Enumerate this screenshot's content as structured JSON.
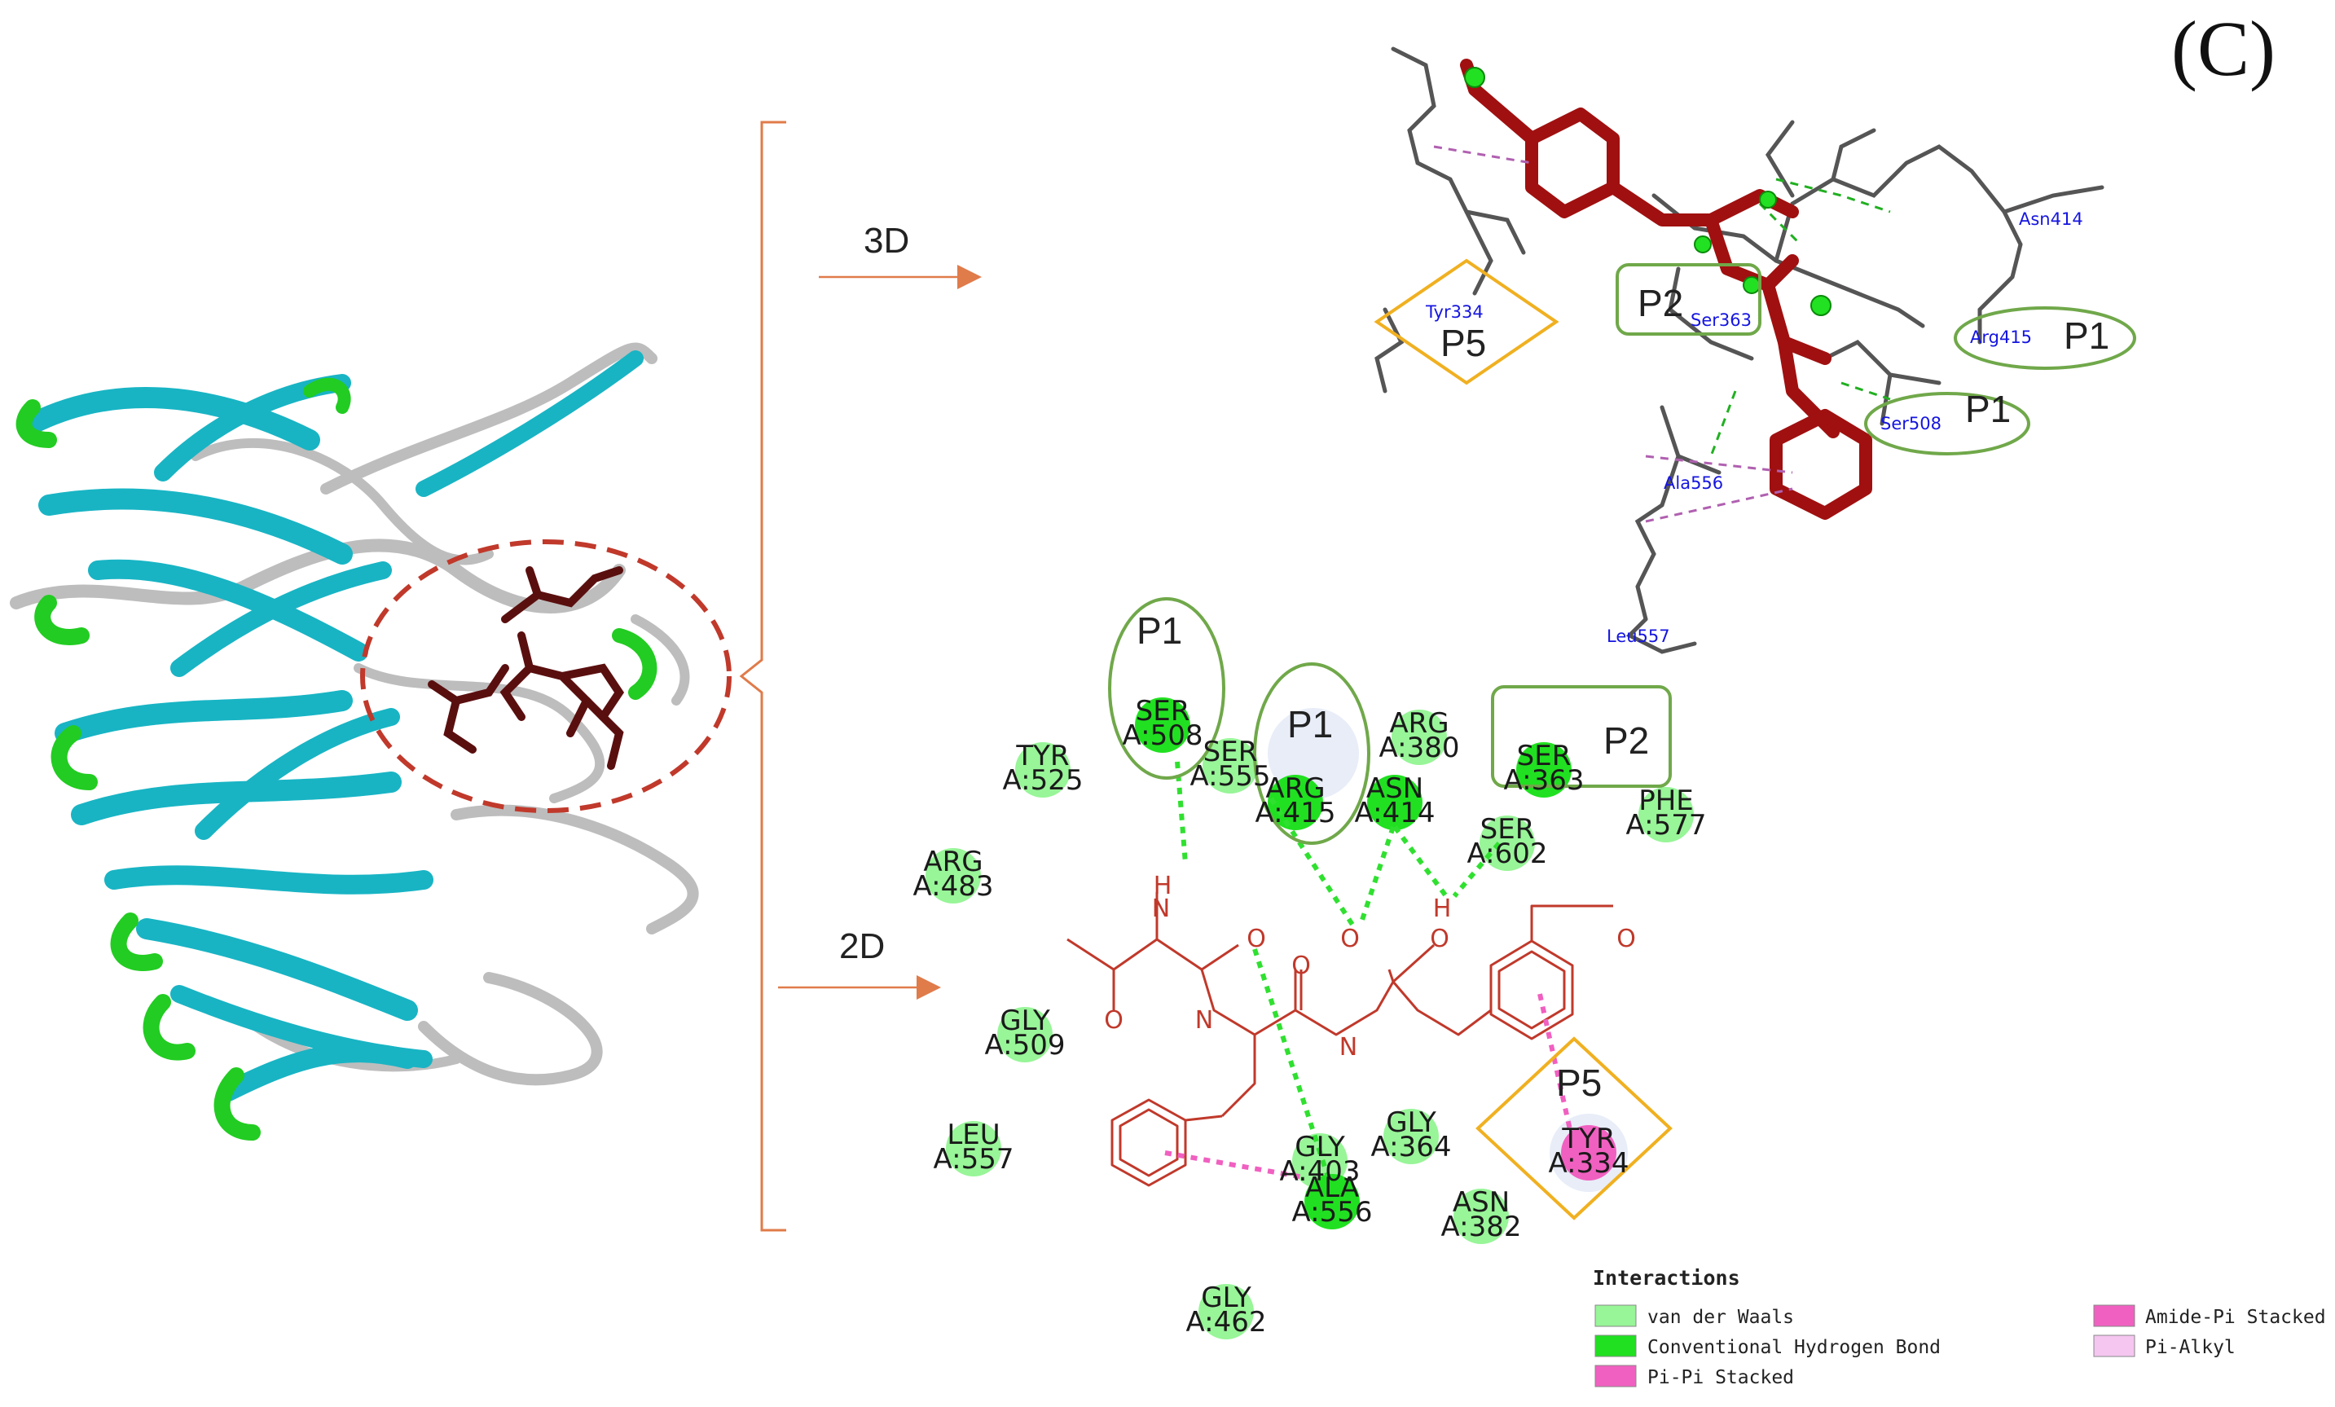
{
  "panel_label": "(C)",
  "arrows": {
    "label_3d": "3D",
    "label_2d": "2D"
  },
  "pockets_3d": [
    "P5",
    "P2",
    "P1",
    "P1"
  ],
  "residues_3d": [
    "Asn414",
    "Tyr334",
    "Ser363",
    "Arg415",
    "Ser508",
    "Ala556",
    "Leu557"
  ],
  "pockets_2d": [
    "P1",
    "P1",
    "P2",
    "P5"
  ],
  "residues_2d": [
    {
      "name": "SER",
      "id": "A:508",
      "type": "hbond"
    },
    {
      "name": "SER",
      "id": "A:555",
      "type": "vdw"
    },
    {
      "name": "ARG",
      "id": "A:415",
      "type": "hbond"
    },
    {
      "name": "ARG",
      "id": "A:380",
      "type": "vdw"
    },
    {
      "name": "ASN",
      "id": "A:414",
      "type": "hbond"
    },
    {
      "name": "SER",
      "id": "A:363",
      "type": "hbond"
    },
    {
      "name": "TYR",
      "id": "A:525",
      "type": "vdw"
    },
    {
      "name": "PHE",
      "id": "A:577",
      "type": "vdw"
    },
    {
      "name": "SER",
      "id": "A:602",
      "type": "vdw"
    },
    {
      "name": "ARG",
      "id": "A:483",
      "type": "vdw"
    },
    {
      "name": "GLY",
      "id": "A:509",
      "type": "vdw"
    },
    {
      "name": "GLY",
      "id": "A:364",
      "type": "vdw"
    },
    {
      "name": "LEU",
      "id": "A:557",
      "type": "vdw"
    },
    {
      "name": "GLY",
      "id": "A:462",
      "type": "vdw"
    },
    {
      "name": "ASN",
      "id": "A:382",
      "type": "vdw"
    },
    {
      "name": "GLY",
      "id": "A:403",
      "type": "vdw"
    },
    {
      "name": "ALA",
      "id": "A:556",
      "type": "hbond"
    },
    {
      "name": "TYR",
      "id": "A:334",
      "type": "pipi"
    }
  ],
  "atoms_2d": [
    "H",
    "N",
    "O",
    "O",
    "O",
    "H",
    "O",
    "N",
    "O",
    "N",
    "O"
  ],
  "legend": {
    "title": "Interactions",
    "items": [
      {
        "label": "van der Waals",
        "color": "#98f598"
      },
      {
        "label": "Conventional Hydrogen Bond",
        "color": "#21e021"
      },
      {
        "label": "Pi-Pi Stacked",
        "color": "#f060c0"
      },
      {
        "label": "Amide-Pi Stacked",
        "color": "#f060c0"
      },
      {
        "label": "Pi-Alkyl",
        "color": "#f5c6f0"
      }
    ]
  },
  "colors": {
    "helix_cyan": "#18b4c4",
    "coil_gray": "#bdbdbd",
    "turn_green": "#22cc22",
    "ligand_dark": "#5a0f0f",
    "ligand_3d": "#a01010",
    "ligand_2d": "#c0392b",
    "bracket": "#e07b4a",
    "pocket_p1": "#70a84a",
    "pocket_p5": "#f0b020"
  }
}
